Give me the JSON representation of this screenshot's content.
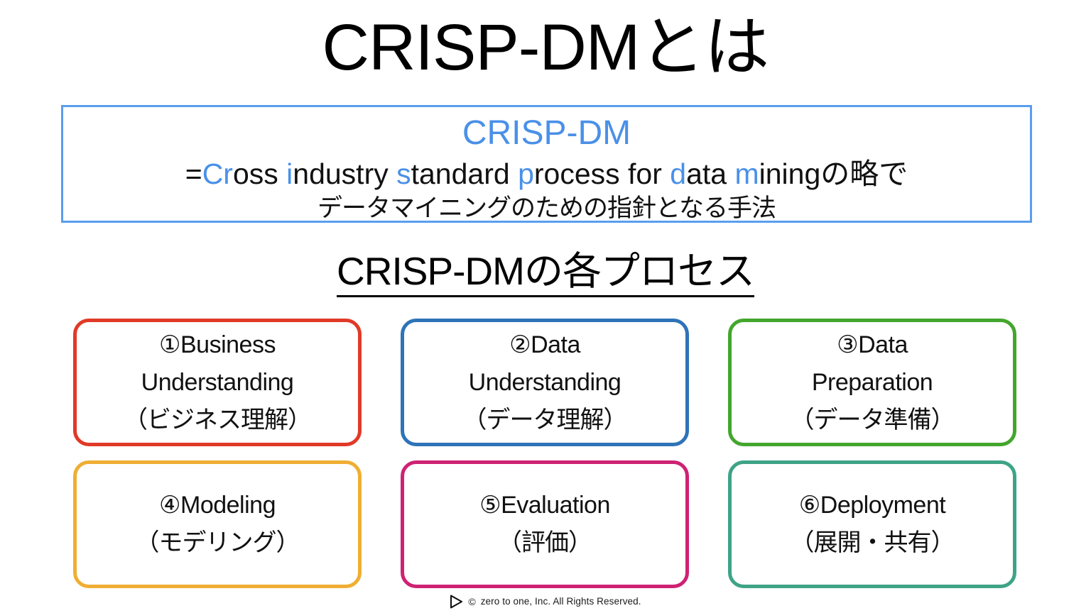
{
  "slide": {
    "title": "CRISP-DMとは",
    "background_color": "#ffffff"
  },
  "definition_box": {
    "border_color": "#5A9EEE",
    "accent_color": "#4A90E8",
    "term": "CRISP-DM",
    "expansion_prefix": "=",
    "expansion_parts": [
      {
        "text": "Cr",
        "highlight": true
      },
      {
        "text": "oss ",
        "highlight": false
      },
      {
        "text": "i",
        "highlight": true
      },
      {
        "text": "ndustry ",
        "highlight": false
      },
      {
        "text": "s",
        "highlight": true
      },
      {
        "text": "tandard ",
        "highlight": false
      },
      {
        "text": "p",
        "highlight": true
      },
      {
        "text": "rocess for ",
        "highlight": false
      },
      {
        "text": "d",
        "highlight": true
      },
      {
        "text": "ata ",
        "highlight": false
      },
      {
        "text": "m",
        "highlight": true
      },
      {
        "text": "iningの略で",
        "highlight": false
      }
    ],
    "expansion_plain": "=Cross industry standard process for data miningの略で",
    "japanese_line": "データマイニングのための指針となる手法"
  },
  "section_heading": {
    "text": "CRISP-DMの各プロセス",
    "underlined": true
  },
  "process_cards": [
    {
      "number": "①",
      "title_line1": "①Business",
      "title_line2": "Understanding",
      "japanese": "（ビジネス理解）",
      "border_color": "#E03A27"
    },
    {
      "number": "②",
      "title_line1": "②Data",
      "title_line2": "Understanding",
      "japanese": "（データ理解）",
      "border_color": "#2E73B8"
    },
    {
      "number": "③",
      "title_line1": "③Data",
      "title_line2": "Preparation",
      "japanese": "（データ準備）",
      "border_color": "#43A62D"
    },
    {
      "number": "④",
      "title_line1": "④Modeling",
      "title_line2": "",
      "japanese": "（モデリング）",
      "border_color": "#EFAE33"
    },
    {
      "number": "⑤",
      "title_line1": "⑤Evaluation",
      "title_line2": "",
      "japanese": "（評価）",
      "border_color": "#CE2274"
    },
    {
      "number": "⑥",
      "title_line1": "⑥Deployment",
      "title_line2": "",
      "japanese": "（展開・共有）",
      "border_color": "#3EA387"
    }
  ],
  "footer": {
    "logo_icon": "play-triangle-icon",
    "copyright_mark": "©",
    "text": "zero to one, Inc. All Rights Reserved."
  }
}
